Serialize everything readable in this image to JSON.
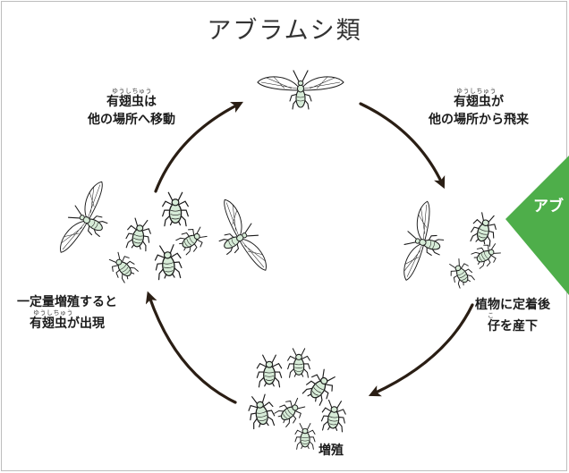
{
  "title": "アブラムシ類",
  "captions": {
    "top_left": {
      "ruby": "ゆうしちゅう",
      "line1": "有翅虫は",
      "line2": "他の場所へ移動"
    },
    "top_right": {
      "ruby": "ゆうしちゅう",
      "line1": "有翅虫が",
      "line2": "他の場所から飛来"
    },
    "right": {
      "line1": "植物に定着後",
      "ruby": "こ",
      "line2": "仔を産下"
    },
    "left": {
      "line1": "一定量増殖すると",
      "ruby": "ゆうしちゅう",
      "line2": "有翅虫が出現"
    },
    "bottom": {
      "line1": "増殖"
    }
  },
  "side_tag": "アブ",
  "colors": {
    "aphid_body": "#d7ecd8",
    "outline": "#1a1a1a",
    "wing": "#ffffff",
    "side_tag": "#4eae4a",
    "arrow": "#2a1e14"
  },
  "icons": [
    "winged-aphid-icon",
    "wingless-aphid-icon",
    "cycle-arrow-icon"
  ]
}
